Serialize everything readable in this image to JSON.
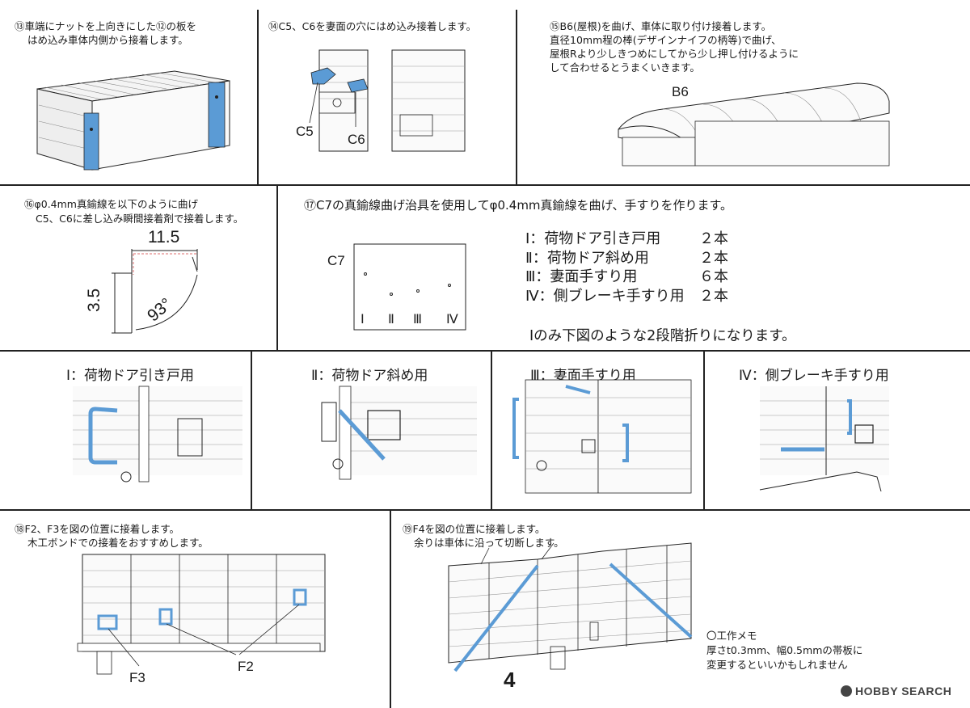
{
  "step13": {
    "lines": [
      "⑬車端にナットを上向きにした⑫の板を",
      "はめ込み車体内側から接着します。"
    ]
  },
  "step14": {
    "text": "⑭C5、C6を妻面の穴にはめ込み接着します。",
    "labels": {
      "c5": "C5",
      "c6": "C6"
    }
  },
  "step15": {
    "lines": [
      "⑮B6(屋根)を曲げ、車体に取り付け接着します。",
      "直径10mm程の棒(デザインナイフの柄等)で曲げ、",
      "屋根Rより少しきつめにしてから少し押し付けるように",
      "して合わせるとうまくいきます。"
    ],
    "label": "B6"
  },
  "step16": {
    "lines": [
      "⑯φ0.4mm真鍮線を以下のように曲げ",
      "C5、C6に差し込み瞬間接着剤で接着します。"
    ],
    "dims": {
      "width": "11.5",
      "height": "3.5",
      "angle": "93°"
    }
  },
  "step17": {
    "text": "⑰C7の真鍮線曲げ治具を使用してφ0.4mm真鍮線を曲げ、手すりを作ります。",
    "label": "C7",
    "parts": [
      {
        "name": "Ⅰ：荷物ドア引き戸用",
        "qty": "２本"
      },
      {
        "name": "Ⅱ：荷物ドア斜め用",
        "qty": "２本"
      },
      {
        "name": "Ⅲ：妻面手すり用",
        "qty": "６本"
      },
      {
        "name": "Ⅳ：側ブレーキ手すり用",
        "qty": "２本"
      }
    ],
    "note": "Ⅰのみ下図のような2段階折りになります。"
  },
  "subpanels": {
    "p1": "Ⅰ：荷物ドア引き戸用",
    "p2": "Ⅱ：荷物ドア斜め用",
    "p3": "Ⅲ：妻面手すり用",
    "p4": "Ⅳ：側ブレーキ手すり用"
  },
  "step18": {
    "lines": [
      "⑱F2、F3を図の位置に接着します。",
      "木工ボンドでの接着をおすすめします。"
    ],
    "labels": {
      "f3": "F3",
      "f2": "F2"
    }
  },
  "step19": {
    "lines": [
      "⑲F4を図の位置に接着します。",
      "余りは車体に沿って切断します。"
    ],
    "memo": [
      "〇工作メモ",
      "厚さt0.3mm、幅0.5mmの帯板に",
      "変更するといいかもしれません"
    ]
  },
  "page_number": "4",
  "watermark": "HOBBY SEARCH",
  "colors": {
    "part_blue": "#5b9bd5",
    "line": "#222222"
  }
}
